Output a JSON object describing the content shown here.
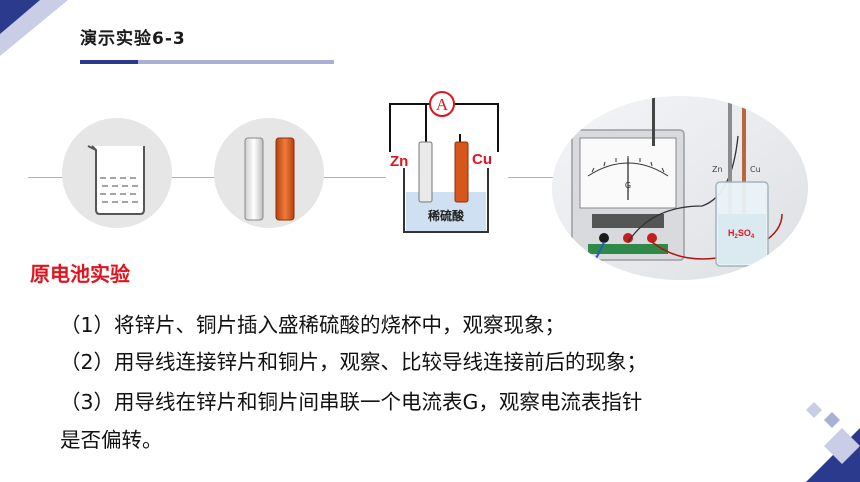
{
  "header": {
    "title": "演示实验6-3"
  },
  "section": {
    "heading": "原电池实验"
  },
  "steps": [
    "（1）将锌片、铜片插入盛稀硫酸的烧杯中，观察现象；",
    "（2）用导线连接锌片和铜片，观察、比较导线连接前后的现象；",
    "（3）用导线在锌片和铜片间串联一个电流表G，观察电流表指针",
    "是否偏转。"
  ],
  "diagram": {
    "ammeter_label": "A",
    "zn_label": "Zn",
    "cu_label": "Cu",
    "solution_label": "稀硫酸"
  },
  "photo": {
    "meter_label": "G",
    "zn_label": "Zn",
    "cu_label": "Cu",
    "acid_label_main": "H",
    "acid_label_sub1": "2",
    "acid_label_mid": "SO",
    "acid_label_sub2": "4"
  },
  "colors": {
    "accent_navy": "#2b3a8c",
    "accent_light": "#a9b0d6",
    "red": "#e0141e",
    "copper": "#d7561c"
  }
}
